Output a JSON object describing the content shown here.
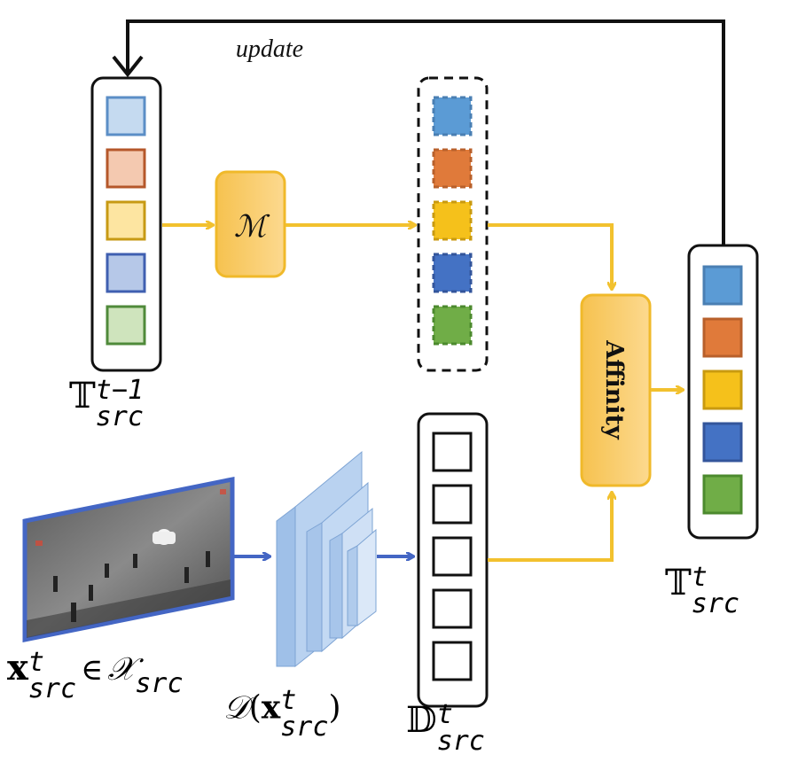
{
  "update_label": "update",
  "module_label": "ℳ",
  "affinity_label": "Affinity",
  "label_T_prev": {
    "sym": "𝕋",
    "sup": "t−1",
    "sub": "src"
  },
  "label_T_curr": {
    "sym": "𝕋",
    "sup": "t",
    "sub": "src"
  },
  "label_D_feat": {
    "sym": "𝔻",
    "sup": "t",
    "sub": "src"
  },
  "label_x": {
    "sym": "x",
    "sup": "t",
    "sub": "src",
    "rel": "∈",
    "set": "𝒳",
    "set_sub": "src"
  },
  "label_Dx": {
    "fn": "𝒟",
    "open": "(",
    "sym": "x",
    "sup": "t",
    "sub": "src",
    "close": ")"
  },
  "colors": {
    "arrow_yellow": "#f2c12e",
    "arrow_blue": "#4466c4",
    "box_module": "#f9d37a",
    "box_module_border": "#f0b92a",
    "light_slots": [
      "#c5daf0",
      "#f4c9b0",
      "#fde5a1",
      "#b6c8e8",
      "#cfe4bd"
    ],
    "light_borders": [
      "#5b8ec6",
      "#b5572a",
      "#c79a14",
      "#3f5fb0",
      "#4f8a3a"
    ],
    "full_slots": [
      "#5b9bd5",
      "#e07a3a",
      "#f5c11b",
      "#4472c4",
      "#70ad47"
    ],
    "full_borders": [
      "#4a7fb3",
      "#b8602b",
      "#c99a10",
      "#33559b",
      "#4c8a2e"
    ]
  }
}
